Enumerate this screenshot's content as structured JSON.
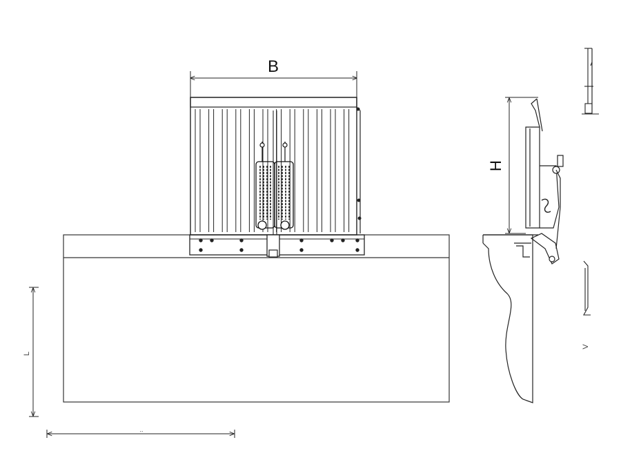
{
  "dimensions": {
    "width_label": "B",
    "height_label": "H",
    "left_label": "L",
    "bottom_label": "..",
    "small_label": "V"
  },
  "colors": {
    "line": "#222222",
    "background": "#ffffff"
  }
}
